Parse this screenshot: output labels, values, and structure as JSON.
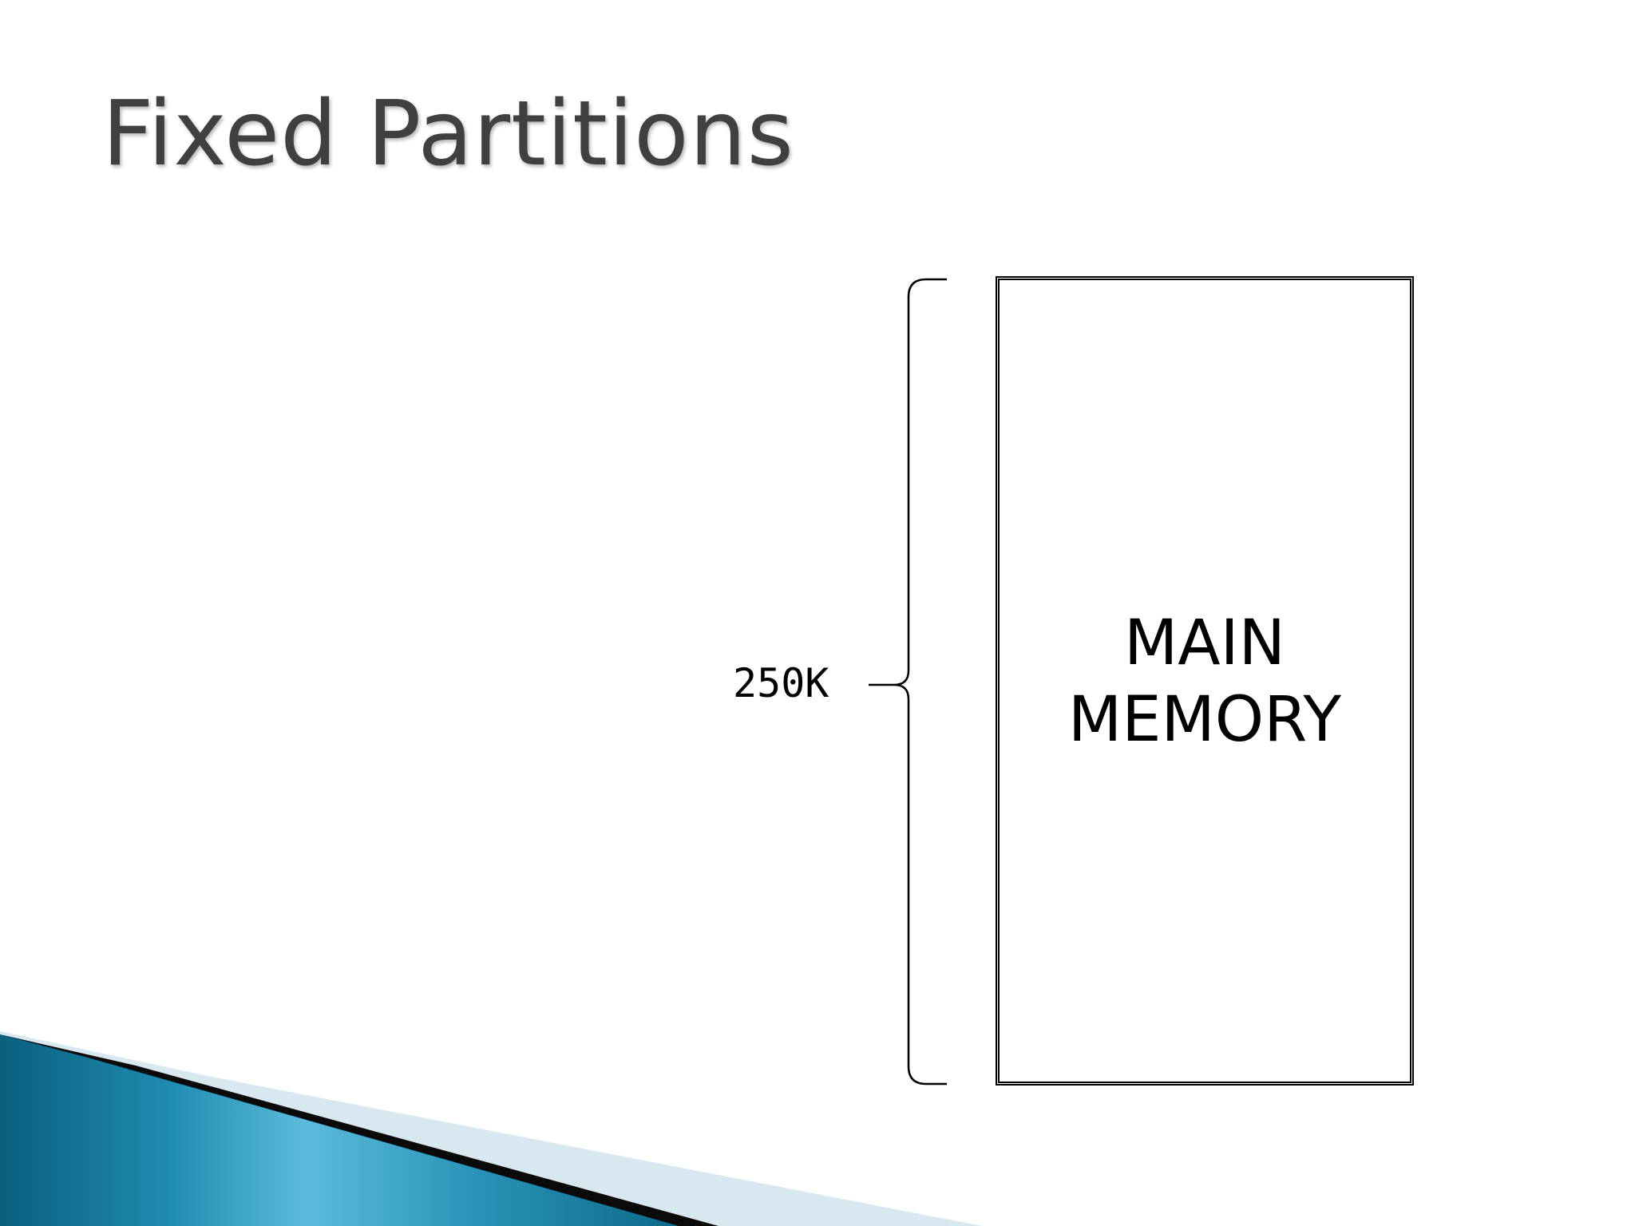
{
  "slide": {
    "title": "Fixed Partitions"
  },
  "diagram": {
    "memory_label_line1": "MAIN",
    "memory_label_line2": "MEMORY",
    "size_label": "250K"
  },
  "colors": {
    "title": "#404040",
    "diagram_stroke": "#000000",
    "accent_dark": "#0b5f7e",
    "accent_light": "#5bbcdb",
    "accent_pale": "#d7e8f1"
  }
}
